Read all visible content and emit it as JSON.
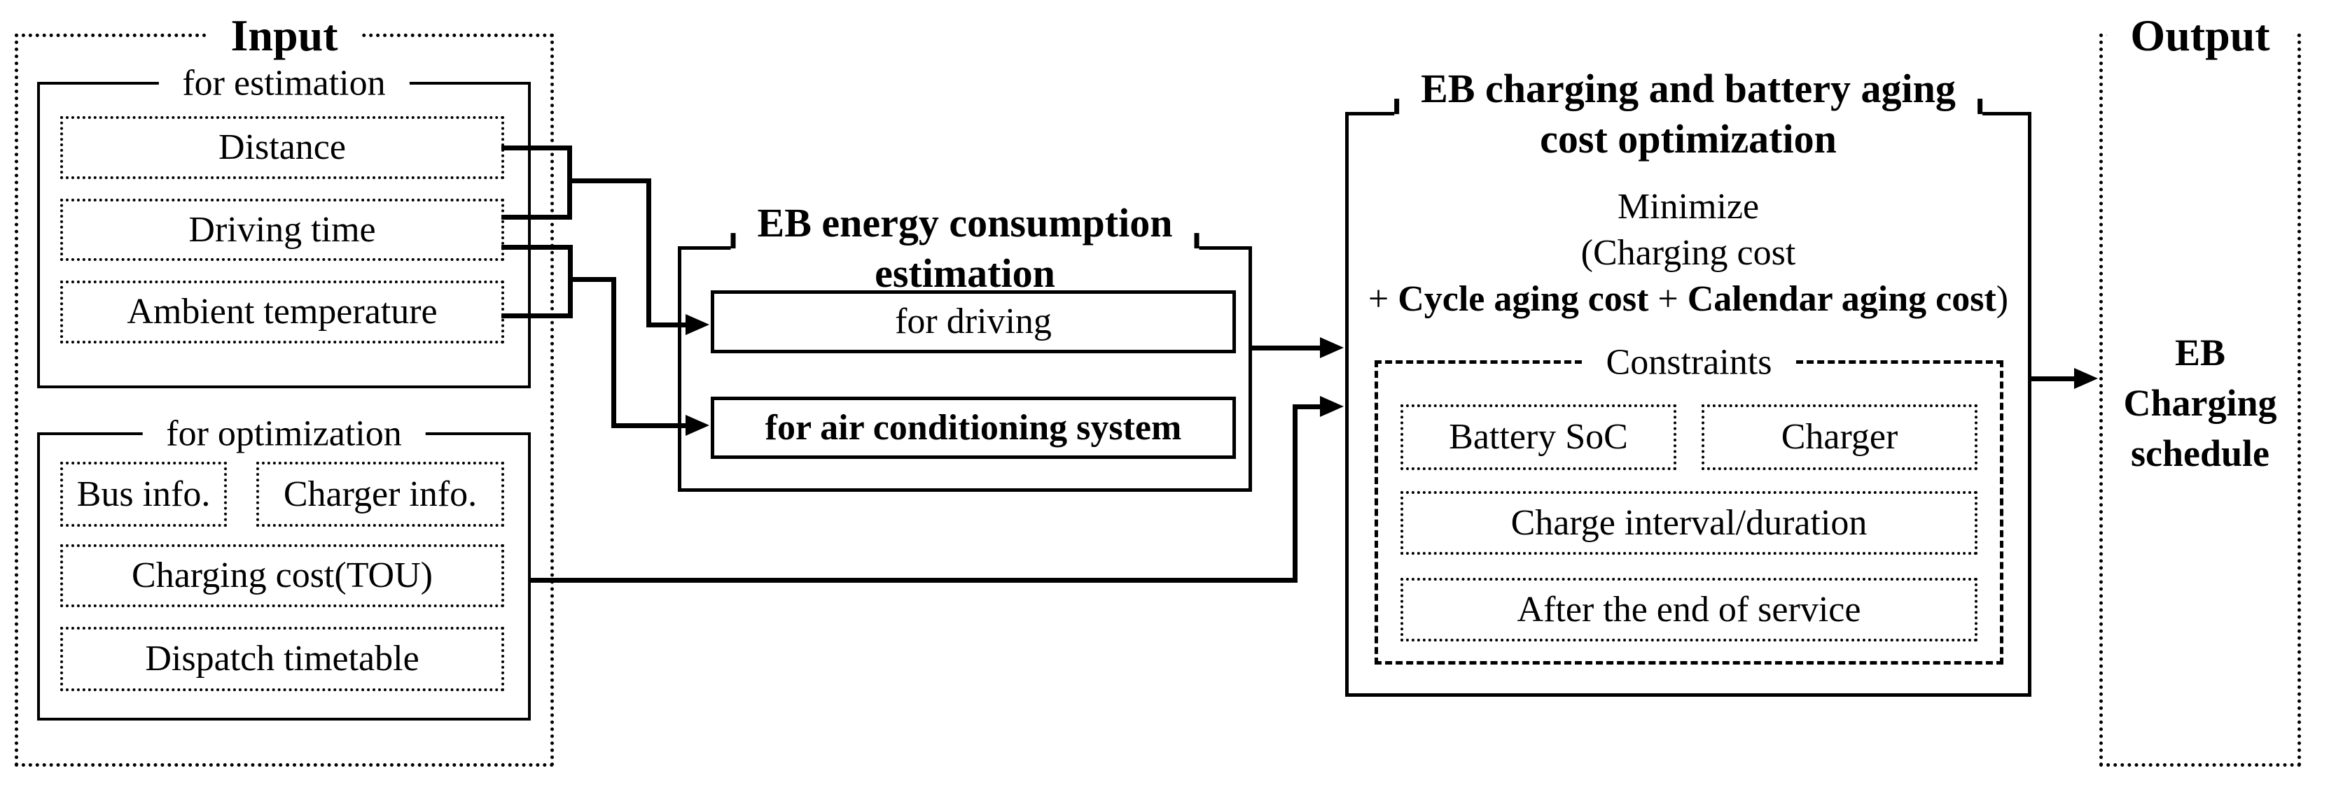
{
  "figure": {
    "background_color": "#ffffff",
    "line_color": "#000000"
  },
  "input": {
    "title": "Input",
    "for_estimation": {
      "title": "for estimation",
      "items": [
        "Distance",
        "Driving time",
        "Ambient temperature"
      ]
    },
    "for_optimization": {
      "title": "for optimization",
      "items": [
        "Bus info.",
        "Charger info.",
        "Charging cost(TOU)",
        "Dispatch timetable"
      ]
    }
  },
  "estimation": {
    "title_line1": "EB energy consumption",
    "title_line2": "estimation",
    "for_driving": "for driving",
    "for_air_conditioning": "for air conditioning system"
  },
  "optimization": {
    "title_line1": "EB charging and battery aging",
    "title_line2": "cost optimization",
    "objective_line1": "Minimize",
    "objective_line2": "(Charging cost",
    "objective_line3_plus1": "+ ",
    "objective_line3_bold1": "Cycle aging cost",
    "objective_line3_plus2": " + ",
    "objective_line3_bold2": "Calendar aging cost",
    "objective_line3_close": ")",
    "constraints": {
      "title": "Constraints",
      "items": [
        "Battery SoC",
        "Charger",
        "Charge interval/duration",
        "After the end of service"
      ]
    }
  },
  "output": {
    "title": "Output",
    "lines": [
      "EB",
      "Charging",
      "schedule"
    ]
  }
}
